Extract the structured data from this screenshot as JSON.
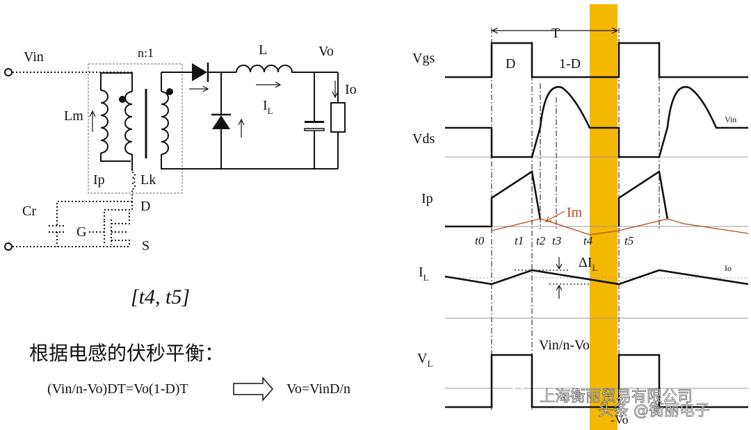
{
  "circuit": {
    "vin": "Vin",
    "ratio": "n:1",
    "inductor": "L",
    "vo": "Vo",
    "io": "Io",
    "lm": "Lm",
    "il": "I",
    "il_sub": "L",
    "ip": "Ip",
    "lk": "Lk",
    "cr": "Cr",
    "g": "G",
    "d": "D",
    "s": "S"
  },
  "interval": "[t4, t5]",
  "balance_title": "根据电感的伏秒平衡：",
  "equation_left": "(Vin/n-Vo)DT=Vo(1-D)T",
  "equation_right": "Vo=VinD/n",
  "waveforms": {
    "period": "T",
    "duty": "D",
    "one_minus_d": "1-D",
    "vgs": "Vgs",
    "vds": "Vds",
    "vin_small": "Vin",
    "ip": "Ip",
    "im": "Im",
    "il": "I",
    "il_sub": "L",
    "delta_il": "ΔI",
    "delta_il_sub": "L",
    "io_small": "Io",
    "vl": "V",
    "vl_sub": "L",
    "vl_high": "Vin/n-Vo",
    "vl_low": "-Vo",
    "times": [
      "t0",
      "t1",
      "t2",
      "t3",
      "t4",
      "t5"
    ]
  },
  "highlight_color": "#F5B800",
  "im_color": "#B5451B",
  "watermark": {
    "top": "上海衡丽贸易有限公司",
    "bottom": "头条 @衡丽电子"
  }
}
